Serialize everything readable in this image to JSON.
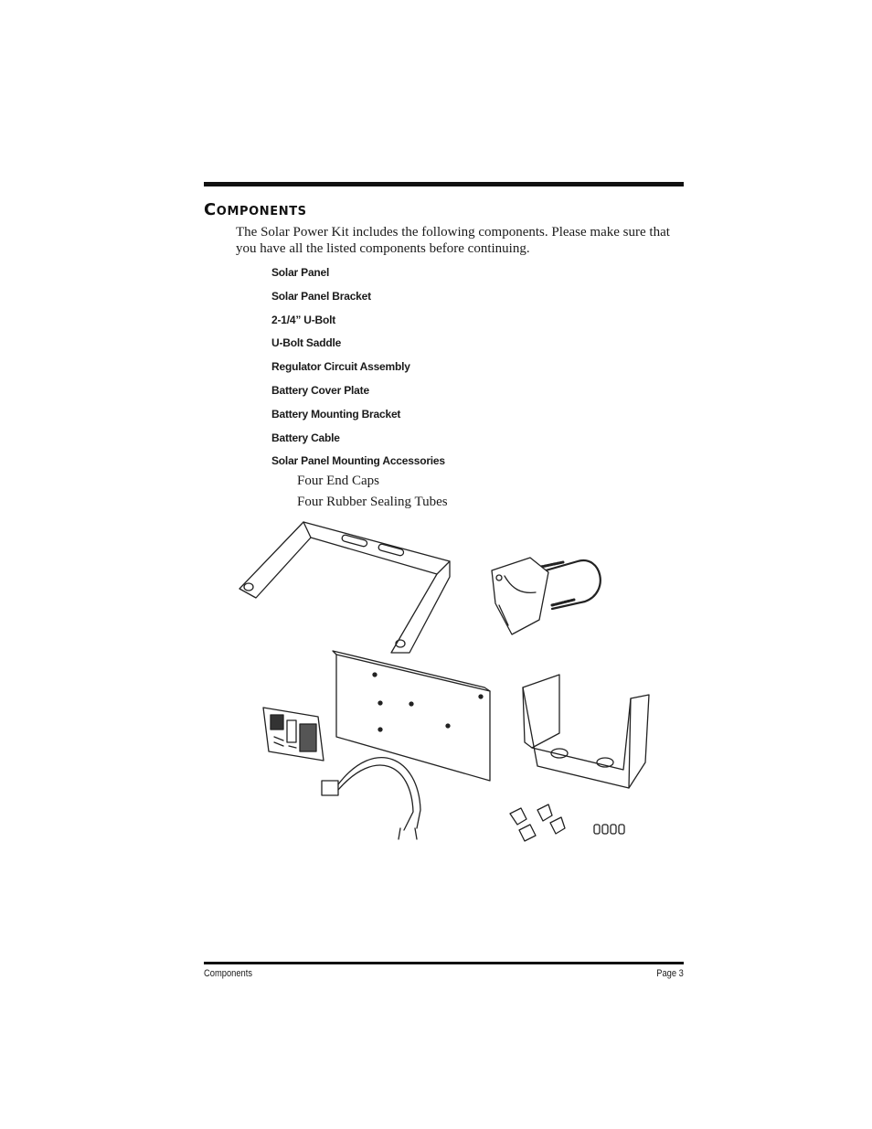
{
  "section": {
    "title": "Components",
    "intro": "The Solar Power Kit includes the following components. Please make sure that you have all the listed components before continuing."
  },
  "components": [
    "Solar Panel",
    "Solar Panel Bracket",
    "2-1/4” U-Bolt",
    "U-Bolt Saddle",
    "Regulator Circuit Assembly",
    "Battery Cover Plate",
    "Battery Mounting Bracket",
    "Battery Cable",
    "Solar Panel Mounting Accessories"
  ],
  "accessories": [
    "Four End Caps",
    "Four Rubber Sealing Tubes"
  ],
  "footer": {
    "left": "Components",
    "right": "Page 3"
  }
}
